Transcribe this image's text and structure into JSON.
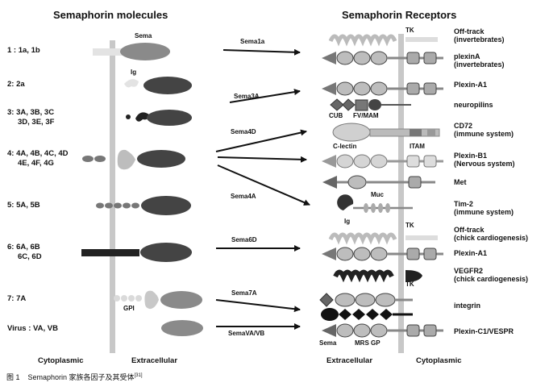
{
  "headers": {
    "left": "Semaphorin molecules",
    "right": "Semaphorin Receptors"
  },
  "rows": [
    {
      "label": "1 : 1a, 1b"
    },
    {
      "label": "2: 2a"
    },
    {
      "label": "3: 3A, 3B, 3C",
      "label2": "3D, 3E, 3F"
    },
    {
      "label": "4: 4A, 4B, 4C, 4D",
      "label2": "4E, 4F, 4G"
    },
    {
      "label": "5: 5A, 5B"
    },
    {
      "label": "6: 6A, 6B",
      "label2": "6C, 6D"
    },
    {
      "label": "7: 7A"
    },
    {
      "label": "Virus : VA, VB"
    }
  ],
  "molecule_annotations": {
    "sema": "Sema",
    "ig": "Ig",
    "gpi": "GPI"
  },
  "arrows": [
    {
      "label": "Sema1a"
    },
    {
      "label": "Sema3A"
    },
    {
      "label": "Sema4D"
    },
    {
      "label": "Sema4A"
    },
    {
      "label": "Sema6D"
    },
    {
      "label": "Sema7A"
    },
    {
      "label": "SemaVA/VB"
    }
  ],
  "receptors": [
    {
      "name": "Off-track",
      "sub": "(invertebrates)"
    },
    {
      "name": "plexinA",
      "sub": "(invertebrates)"
    },
    {
      "name": "Plexin-A1",
      "sub": ""
    },
    {
      "name": "neuropilins",
      "sub": ""
    },
    {
      "name": "CD72",
      "sub": "(immune system)"
    },
    {
      "name": "Plexin-B1",
      "sub": "(Nervous system)"
    },
    {
      "name": "Met",
      "sub": ""
    },
    {
      "name": "Tim-2",
      "sub": "(immune system)"
    },
    {
      "name": "Off-track",
      "sub": "(chick cardiogenesis)"
    },
    {
      "name": "Plexin-A1",
      "sub": ""
    },
    {
      "name": "VEGFR2",
      "sub": "(chick cardiogenesis)"
    },
    {
      "name": "integrin",
      "sub": ""
    },
    {
      "name": "Plexin-C1/VESPR",
      "sub": ""
    }
  ],
  "receptor_annotations": {
    "tk1": "TK",
    "cub": "CUB",
    "fvmam": "FV/MAM",
    "clectin": "C-lectin",
    "itam": "ITAM",
    "muc": "Muc",
    "ig": "Ig",
    "tk2": "TK",
    "tk3": "TK",
    "sema": "Sema",
    "mrsgp": "MRS GP"
  },
  "footers": {
    "cyto_left": "Cytoplasmic",
    "extra_left": "Extracellular",
    "extra_right": "Extracellular",
    "cyto_right": "Cytoplasmic"
  },
  "caption": {
    "prefix": "图 1",
    "text": "Semaphorin 家族各因子及其受体",
    "ref": "[31]"
  },
  "colors": {
    "membrane": "#c8c8c8",
    "dark": "#3a3a3a",
    "mid": "#8a8a8a",
    "light": "#c8c8c8",
    "pale": "#e6e6e6"
  }
}
